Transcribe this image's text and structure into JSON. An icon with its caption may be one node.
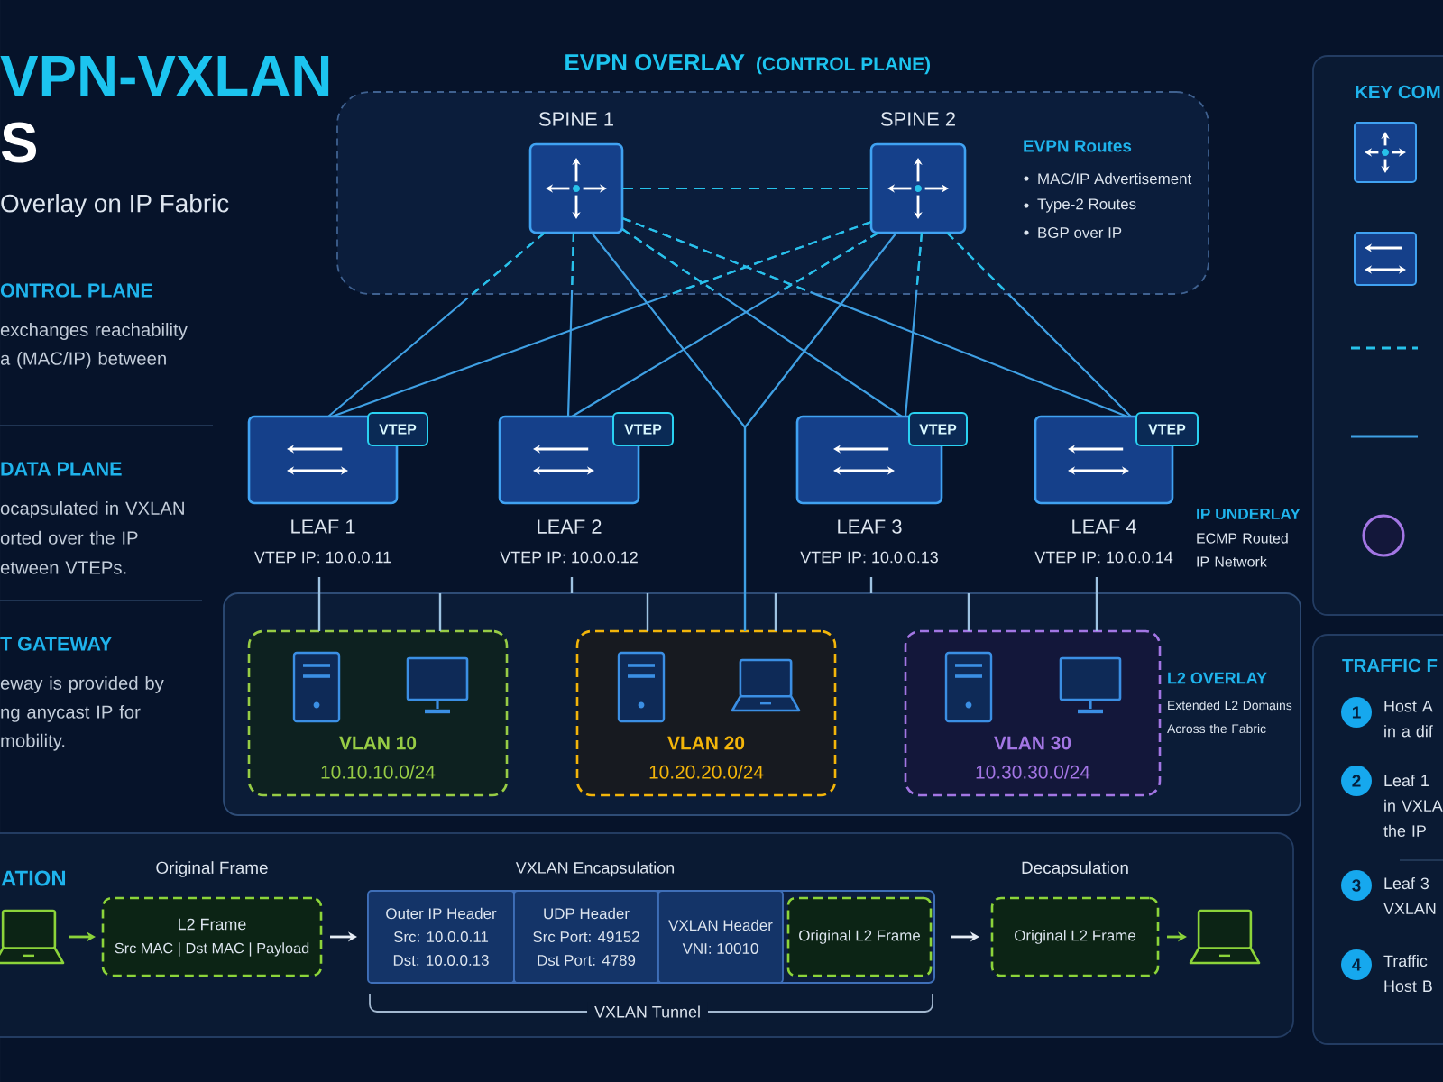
{
  "diagram": {
    "title": "VPN-VXLAN",
    "nodes": [
      {
        "text": [
          "EVPN OVERLAY",
          "(CONTROL PLANE)",
          "EVPN Routes",
          "MAC/IP Advertisement",
          "Type-2 Routes",
          "BGP over IP"
        ]
      },
      {
        "text": [
          "SPINE 1"
        ],
        "in": 0
      },
      {
        "text": [
          "SPINE 2"
        ],
        "in": 0
      },
      {
        "text": [
          "LEAF 1",
          "VTEP IP: 10.0.0.11"
        ]
      },
      {
        "text": [
          "VTEP"
        ]
      },
      {
        "text": [
          "LEAF 2",
          "VTEP IP: 10.0.0.12"
        ]
      },
      {
        "text": [
          "VTEP"
        ]
      },
      {
        "text": [
          "LEAF 3",
          "VTEP IP: 10.0.0.13"
        ]
      },
      {
        "text": [
          "VTEP"
        ]
      },
      {
        "text": [
          "LEAF 4",
          "VTEP IP: 10.0.0.14"
        ]
      },
      {
        "text": [
          "VTEP"
        ]
      },
      {
        "text": [
          "L2 OVERLAY",
          "Extended L2 Domains Across the Fabric"
        ]
      },
      {
        "text": [
          "VLAN 10",
          "10.10.10.0/24"
        ],
        "in": 11
      },
      {
        "text": [
          "VLAN 20",
          "10.20.20.0/24"
        ],
        "in": 11
      },
      {
        "text": [
          "VLAN 30",
          "10.30.30.0/24"
        ],
        "in": 11
      },
      {
        "text": [
          "KEY COM"
        ]
      },
      {
        "text": [
          "TRAFFIC F",
          "1",
          "Host A in a dif",
          "2",
          "Leaf 1 in VXLA the IP",
          "3",
          "Leaf 3 VXLAN",
          "4",
          "Traffic Host B"
        ]
      },
      {
        "text": [
          "ATION"
        ]
      },
      {
        "text": [],
        "shape": "laptop",
        "in": 17
      },
      {
        "text": [
          "Original Frame",
          "L2 Frame",
          "Src MAC | Dst MAC | Payload"
        ],
        "in": 17
      },
      {
        "text": [
          "VXLAN Encapsulation"
        ],
        "beside": [
          "VXLAN Tunnel"
        ],
        "in": 17
      },
      {
        "text": [
          "Outer IP Header",
          "Src: 10.0.0.11",
          "Dst: 10.0.0.13"
        ],
        "in": 20
      },
      {
        "text": [
          "UDP Header",
          "Src Port: 49152",
          "Dst Port: 4789"
        ],
        "in": 20
      },
      {
        "text": [
          "VXLAN Header",
          "VNI: 10010"
        ],
        "in": 20
      },
      {
        "text": [
          "Original L2 Frame"
        ],
        "in": 20
      },
      {
        "text": [
          "Decapsulation",
          "Original L2 Frame"
        ],
        "in": 17
      },
      {
        "text": [],
        "shape": "laptop",
        "in": 17
      }
    ],
    "edges": [
      {
        "from": 1,
        "to": 2,
        "arrow": "none",
        "style": "dashed",
        "color": "#27c2ea"
      },
      {
        "from": 1,
        "to": 3,
        "arrow": "none",
        "style": "dashed"
      },
      {
        "from": 1,
        "to": 5,
        "arrow": "none",
        "style": "dashed"
      },
      {
        "from": 1,
        "to": 7,
        "arrow": "none",
        "style": "dashed"
      },
      {
        "from": 1,
        "to": 9,
        "arrow": "none",
        "style": "dashed"
      },
      {
        "from": 2,
        "to": 3,
        "arrow": "none",
        "style": "dashed"
      },
      {
        "from": 2,
        "to": 5,
        "arrow": "none",
        "style": "dashed"
      },
      {
        "from": 2,
        "to": 7,
        "arrow": "none",
        "style": "dashed"
      },
      {
        "from": 2,
        "to": 9,
        "arrow": "none",
        "style": "dashed"
      },
      {
        "from": 1,
        "to": 13,
        "arrow": "none"
      },
      {
        "from": 2,
        "to": 13,
        "arrow": "none"
      },
      {
        "from": 3,
        "to": 12,
        "arrow": "none",
        "color": "#9ec3e2"
      },
      {
        "from": 11,
        "to": 12,
        "arrow": "none",
        "color": "#9ec3e2"
      },
      {
        "from": 5,
        "to": 11,
        "arrow": "none",
        "color": "#9ec3e2"
      },
      {
        "from": 11,
        "to": 13,
        "arrow": "none",
        "color": "#9ec3e2"
      },
      {
        "from": 11,
        "to": 13,
        "arrow": "none",
        "color": "#9ec3e2"
      },
      {
        "from": 7,
        "to": 11,
        "arrow": "none",
        "color": "#9ec3e2"
      },
      {
        "from": 11,
        "to": 14,
        "arrow": "none",
        "color": "#9ec3e2"
      },
      {
        "from": 9,
        "to": 14,
        "arrow": "none",
        "color": "#9ec3e2"
      },
      {
        "from": 18,
        "to": 19,
        "arrow": "to",
        "color": "#8bd33a"
      },
      {
        "from": 19,
        "to": 20,
        "arrow": "to",
        "color": "#e6edf5"
      },
      {
        "from": 20,
        "to": 25,
        "arrow": "to",
        "color": "#e6edf5"
      },
      {
        "from": 25,
        "to": 26,
        "arrow": "to",
        "color": "#8bd33a"
      }
    ],
    "labels": [
      "S",
      "Overlay on IP Fabric",
      "ONTROL PLANE",
      "exchanges reachability a (MAC/IP) between",
      "DATA PLANE",
      "ocapsulated in VXLAN orted over the IP etween VTEPs.",
      "T GATEWAY",
      "eway is provided by ng anycast IP for mobility.",
      "IP UNDERLAY",
      "ECMP Routed IP Network"
    ]
  }
}
